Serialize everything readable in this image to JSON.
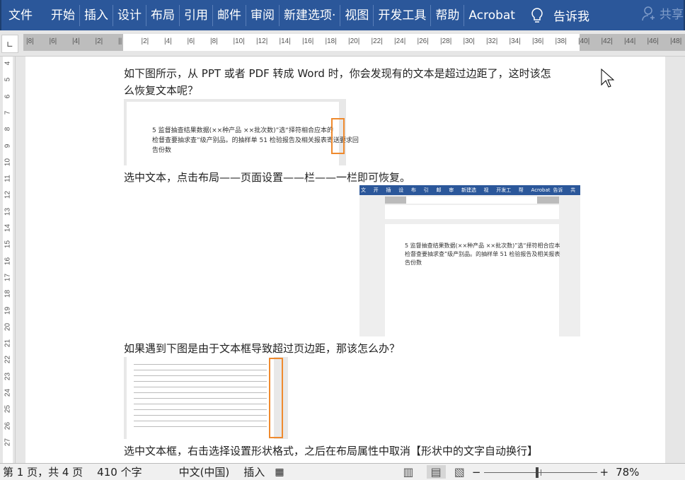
{
  "ribbon": {
    "tabs": [
      "文件",
      "开始",
      "插入",
      "设计",
      "布局",
      "引用",
      "邮件",
      "审阅",
      "新建选项·",
      "视图",
      "开发工具",
      "帮助",
      "Acrobat"
    ],
    "tell_me": "告诉我",
    "share": "共享",
    "color": "#2b579a"
  },
  "ruler": {
    "h_ticks": [
      "8",
      "6",
      "4",
      "2",
      "",
      "2",
      "4",
      "6",
      "8",
      "10",
      "12",
      "14",
      "16",
      "18",
      "20",
      "22",
      "24",
      "26",
      "28",
      "30",
      "32",
      "34",
      "36",
      "38",
      "40",
      "42",
      "44",
      "46",
      "48"
    ],
    "v_ticks": [
      "4",
      "5",
      "6",
      "7",
      "8",
      "9",
      "10",
      "11",
      "12",
      "13",
      "14",
      "15",
      "16",
      "17",
      "18",
      "19",
      "20",
      "21",
      "22",
      "23",
      "24",
      "25",
      "26",
      "27"
    ]
  },
  "document": {
    "p1": "如下图所示，从 PPT 或者 PDF 转成 Word 时，你会发现有的文本是超过边距了，这时该怎",
    "p1b": "么恢复文本呢？",
    "shot1": {
      "line1": "5 监督抽查结果数据(××种产品 ××批次数)”选“择符相合应本的",
      "line2": "检督查要抽求查”级产别品。的抽样单 51 检验报告及相关报表寄送要求回",
      "line3": "告份数"
    },
    "p2": "选中文本，点击布局——页面设置——栏——一栏即可恢复。",
    "shot2": {
      "tabs": [
        "文件",
        "开始",
        "插入",
        "设计",
        "布局",
        "引用",
        "邮件",
        "审阅",
        "新建选项",
        "视图",
        "开发工具",
        "帮助",
        "Acrobat",
        "告诉我",
        "共享"
      ]
    },
    "p3": "如果遇到下图是由于文本框导致超过页边距，那该怎么办？",
    "p4": "选中文本框，右击选择设置形状格式，之后在布局属性中取消【形状中的文字自动换行】"
  },
  "status": {
    "page": "第 1 页，共 4 页",
    "words": "410 个字",
    "language": "中文(中国)",
    "mode": "插入",
    "zoom": "78%",
    "zoom_level": 0.78
  }
}
